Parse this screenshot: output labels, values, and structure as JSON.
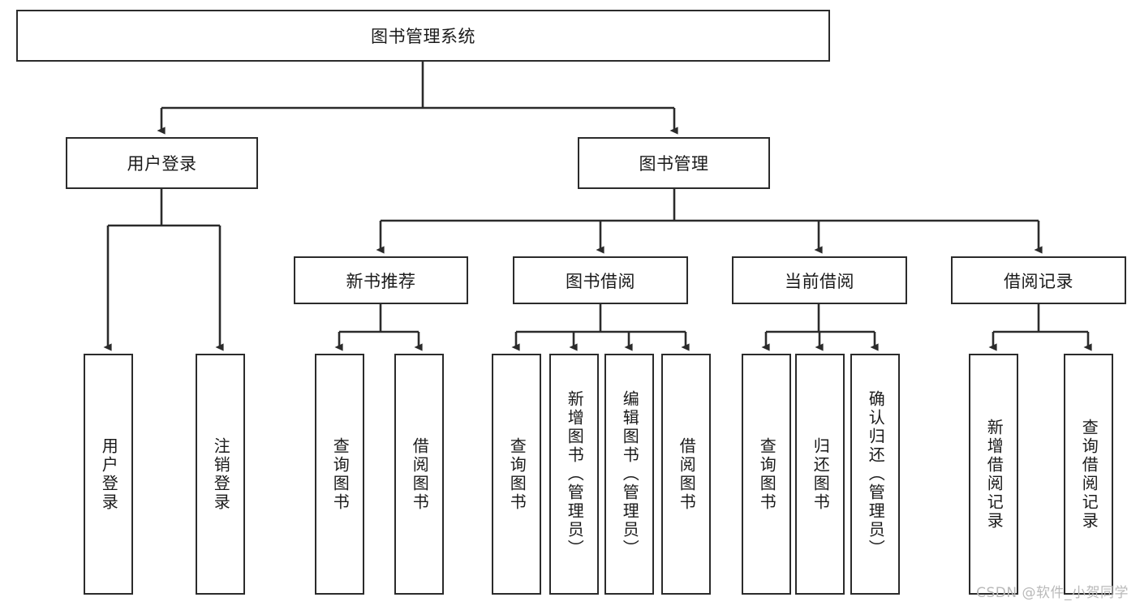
{
  "diagram": {
    "type": "tree-hierarchy-flowchart",
    "title": "图书管理系统",
    "orientation": "top-down",
    "line_color": "#2b2b2b",
    "box_fill": "#ffffff",
    "text_color": "#1a1a1a",
    "nodes": {
      "root": {
        "label": "图书管理系统",
        "level": 1,
        "text_direction": "horizontal"
      },
      "user_login": {
        "label": "用户登录",
        "level": 2,
        "text_direction": "horizontal"
      },
      "book_manage": {
        "label": "图书管理",
        "level": 2,
        "text_direction": "horizontal"
      },
      "new_book_rec": {
        "label": "新书推荐",
        "level": 3,
        "text_direction": "horizontal"
      },
      "book_borrow": {
        "label": "图书借阅",
        "level": 3,
        "text_direction": "horizontal"
      },
      "current_borrow": {
        "label": "当前借阅",
        "level": 3,
        "text_direction": "horizontal"
      },
      "borrow_record": {
        "label": "借阅记录",
        "level": 3,
        "text_direction": "horizontal"
      },
      "leaf_user_login": {
        "label": "用户登录",
        "level": 4,
        "text_direction": "vertical"
      },
      "leaf_logout": {
        "label": "注销登录",
        "level": 4,
        "text_direction": "vertical"
      },
      "leaf_query_book_1": {
        "label": "查询图书",
        "level": 4,
        "text_direction": "vertical"
      },
      "leaf_borrow_book_1": {
        "label": "借阅图书",
        "level": 4,
        "text_direction": "vertical"
      },
      "leaf_query_book_2": {
        "label": "查询图书",
        "level": 4,
        "text_direction": "vertical"
      },
      "leaf_add_book": {
        "label": "新增图书（管理员）",
        "level": 4,
        "text_direction": "vertical"
      },
      "leaf_edit_book": {
        "label": "编辑图书（管理员）",
        "level": 4,
        "text_direction": "vertical"
      },
      "leaf_borrow_book_2": {
        "label": "借阅图书",
        "level": 4,
        "text_direction": "vertical"
      },
      "leaf_query_book_3": {
        "label": "查询图书",
        "level": 4,
        "text_direction": "vertical"
      },
      "leaf_return_book": {
        "label": "归还图书",
        "level": 4,
        "text_direction": "vertical"
      },
      "leaf_confirm_return": {
        "label": "确认归还（管理员）",
        "level": 4,
        "text_direction": "vertical"
      },
      "leaf_add_record": {
        "label": "新增借阅记录",
        "level": 4,
        "text_direction": "vertical"
      },
      "leaf_query_record": {
        "label": "查询借阅记录",
        "level": 4,
        "text_direction": "vertical"
      }
    },
    "edges": [
      {
        "from": "root",
        "to": "user_login"
      },
      {
        "from": "root",
        "to": "book_manage"
      },
      {
        "from": "user_login",
        "to": "leaf_user_login"
      },
      {
        "from": "user_login",
        "to": "leaf_logout"
      },
      {
        "from": "book_manage",
        "to": "new_book_rec"
      },
      {
        "from": "book_manage",
        "to": "book_borrow"
      },
      {
        "from": "book_manage",
        "to": "current_borrow"
      },
      {
        "from": "book_manage",
        "to": "borrow_record"
      },
      {
        "from": "new_book_rec",
        "to": "leaf_query_book_1"
      },
      {
        "from": "new_book_rec",
        "to": "leaf_borrow_book_1"
      },
      {
        "from": "book_borrow",
        "to": "leaf_query_book_2"
      },
      {
        "from": "book_borrow",
        "to": "leaf_add_book"
      },
      {
        "from": "book_borrow",
        "to": "leaf_edit_book"
      },
      {
        "from": "book_borrow",
        "to": "leaf_borrow_book_2"
      },
      {
        "from": "current_borrow",
        "to": "leaf_query_book_3"
      },
      {
        "from": "current_borrow",
        "to": "leaf_return_book"
      },
      {
        "from": "current_borrow",
        "to": "leaf_confirm_return"
      },
      {
        "from": "borrow_record",
        "to": "leaf_add_record"
      },
      {
        "from": "borrow_record",
        "to": "leaf_query_record"
      }
    ]
  },
  "watermark": {
    "text": "CSDN @软件_小贺同学",
    "color": "#b9b9b9"
  }
}
